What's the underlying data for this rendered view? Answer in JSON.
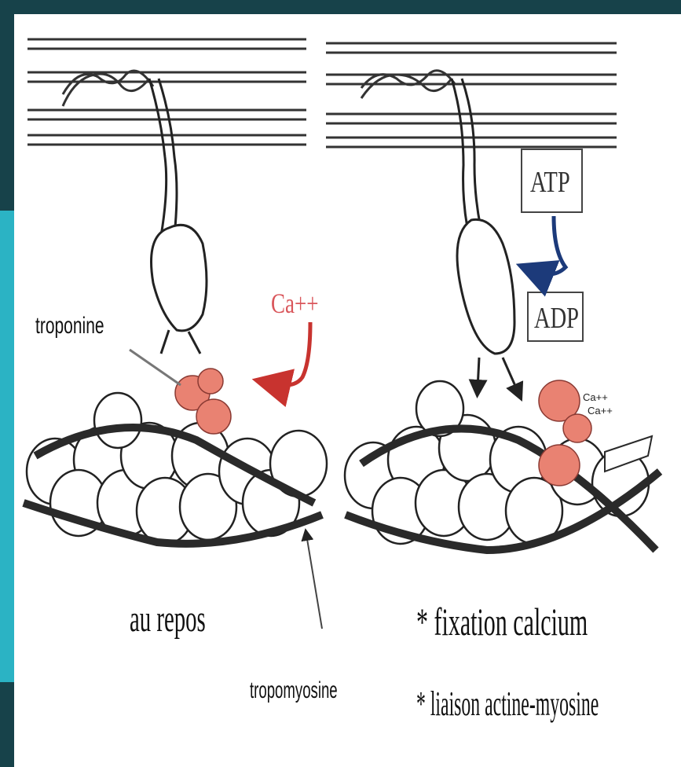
{
  "labels": {
    "troponine": "troponine",
    "ca_ions": "Ca++",
    "atp": "ATP",
    "adp": "ADP",
    "ca_bound_1": "Ca++",
    "ca_bound_2": "Ca++",
    "au_repos": "au repos",
    "tropomyosine": "tropomyosine",
    "fixation_calcium": "* fixation calcium",
    "liaison": "* liaison actine-myosine"
  },
  "colors": {
    "frame_dark": "#17424a",
    "frame_teal": "#2bb3c4",
    "troponin_fill": "#e98272",
    "ca_label": "#d9555a",
    "arrow_red": "#c8332f",
    "arrow_blue": "#1c3a7a",
    "strand": "#222222"
  }
}
